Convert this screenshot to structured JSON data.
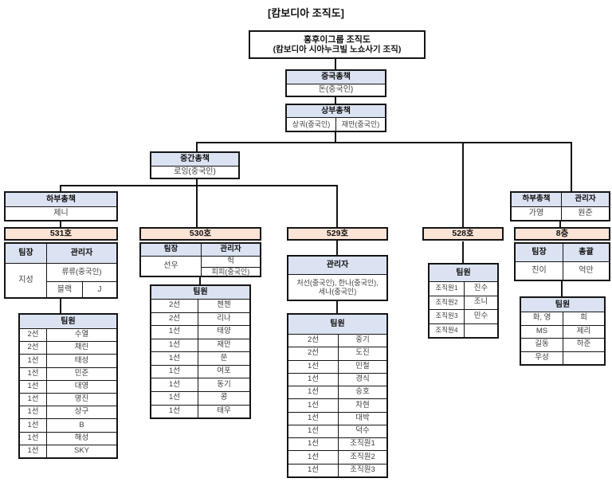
{
  "title": "[캄보디아 조직도]",
  "colors": {
    "header_blue": "#dbe2f1",
    "room_peach": "#fbe3d5",
    "line": "#141414"
  },
  "root": {
    "line1": "홍후이그룹 조직도",
    "line2": "(캄보디아 시아누크빌 노쇼사기 조직)"
  },
  "china": {
    "header": "중국총책",
    "value": "돈(중국인)"
  },
  "upper": {
    "header": "상부총책",
    "left": "상궈(중국인)",
    "right": "재만(중국인)"
  },
  "middle": {
    "header": "중간총책",
    "value": "로잉(중국인)"
  },
  "lower_left": {
    "header": "하부총책",
    "value": "제니"
  },
  "lower_right": {
    "col1": "하부총책",
    "col2": "관리자",
    "val1": "가영",
    "val2": "원준"
  },
  "room531": {
    "title": "531호",
    "leader_header": "팀장",
    "manager_header": "관리자",
    "leader": "지성",
    "manager_main": "류류(중국인)",
    "manager_sub1": "블랙",
    "manager_sub2": "J",
    "members_header": "팀원",
    "members": [
      {
        "t": "2선",
        "n": "수열"
      },
      {
        "t": "2선",
        "n": "채린"
      },
      {
        "t": "1선",
        "n": "태성"
      },
      {
        "t": "1선",
        "n": "민준"
      },
      {
        "t": "1선",
        "n": "대영"
      },
      {
        "t": "1선",
        "n": "명진"
      },
      {
        "t": "1선",
        "n": "상구"
      },
      {
        "t": "1선",
        "n": "B"
      },
      {
        "t": "1선",
        "n": "해성"
      },
      {
        "t": "1선",
        "n": "SKY"
      }
    ]
  },
  "room530": {
    "title": "530호",
    "leader_header": "팀장",
    "manager_header": "관리자",
    "leader": "선우",
    "manager1": "헉",
    "manager2": "피피(중국인)",
    "members_header": "팀원",
    "members": [
      {
        "t": "2선",
        "n": "첸첸"
      },
      {
        "t": "2선",
        "n": "리나"
      },
      {
        "t": "1선",
        "n": "태양"
      },
      {
        "t": "1선",
        "n": "재만"
      },
      {
        "t": "1선",
        "n": "쭌"
      },
      {
        "t": "1선",
        "n": "여포"
      },
      {
        "t": "1선",
        "n": "동기"
      },
      {
        "t": "1선",
        "n": "콩"
      },
      {
        "t": "1선",
        "n": "태우"
      }
    ]
  },
  "room529": {
    "title": "529호",
    "manager_header": "관리자",
    "manager_line1": "처선(중국인), 한나(중국인),",
    "manager_line2": "세나(중국인)",
    "members_header": "팀원",
    "members": [
      {
        "t": "2선",
        "n": "중기"
      },
      {
        "t": "2선",
        "n": "도진"
      },
      {
        "t": "1선",
        "n": "민철"
      },
      {
        "t": "1선",
        "n": "경식"
      },
      {
        "t": "1선",
        "n": "승호"
      },
      {
        "t": "1선",
        "n": "차현"
      },
      {
        "t": "1선",
        "n": "대박"
      },
      {
        "t": "1선",
        "n": "덕수"
      },
      {
        "t": "1선",
        "n": "조직원1"
      },
      {
        "t": "1선",
        "n": "조직원2"
      },
      {
        "t": "1선",
        "n": "조직원3"
      }
    ]
  },
  "room528": {
    "title": "528호",
    "members_header": "팀원",
    "members": [
      {
        "t": "조직원1",
        "n": "진수"
      },
      {
        "t": "조직원2",
        "n": "조니"
      },
      {
        "t": "조직원3",
        "n": "민수"
      },
      {
        "t": "조직원4",
        "n": ""
      }
    ]
  },
  "room8f": {
    "title": "8층",
    "leader_header": "팀장",
    "chief_header": "총괄",
    "leader": "진이",
    "chief": "억만",
    "members_header": "팀원",
    "members": [
      {
        "t": "화, 영",
        "n": "희"
      },
      {
        "t": "MS",
        "n": "제리"
      },
      {
        "t": "길동",
        "n": "하준"
      },
      {
        "t": "우성",
        "n": ""
      }
    ]
  }
}
